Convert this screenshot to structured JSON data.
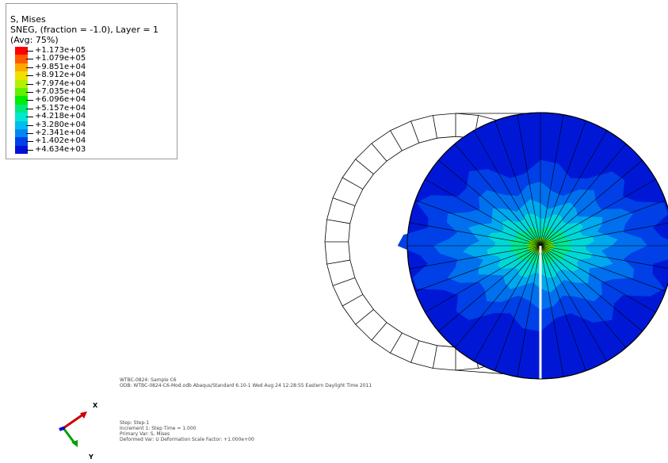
{
  "legend": {
    "title_line1": "S, Mises",
    "title_line2": "SNEG, (fraction = -1.0), Layer = 1",
    "title_line3": "(Avg: 75%)",
    "levels": [
      {
        "value": "+1.173e+05",
        "color": "#ff0000"
      },
      {
        "value": "+1.079e+05",
        "color": "#ff5a00"
      },
      {
        "value": "+9.851e+04",
        "color": "#ffa800"
      },
      {
        "value": "+8.912e+04",
        "color": "#f0e000"
      },
      {
        "value": "+7.974e+04",
        "color": "#b4f000"
      },
      {
        "value": "+7.035e+04",
        "color": "#60f000"
      },
      {
        "value": "+6.096e+04",
        "color": "#00ec00"
      },
      {
        "value": "+5.157e+04",
        "color": "#00e880"
      },
      {
        "value": "+4.218e+04",
        "color": "#00e8d0"
      },
      {
        "value": "+3.280e+04",
        "color": "#00bcf0"
      },
      {
        "value": "+2.341e+04",
        "color": "#0088f0"
      },
      {
        "value": "+1.402e+04",
        "color": "#0040e8"
      },
      {
        "value": "+4.634e+03",
        "color": "#0010d8"
      }
    ]
  },
  "info": {
    "line1": "WTBC-0824: Sample C6",
    "line2": "ODB: WTBC-0824-C6-Mod.odb    Abaqus/Standard 6.10-1    Wed Aug 24 12:28:55 Eastern Daylight Time 2011"
  },
  "step": {
    "line1": "Step: Step-1",
    "line2": "Increment     1: Step Time =    1.000",
    "line3": "Primary Var: S, Mises",
    "line4": "Deformed Var: U   Deformation Scale Factor: +1.000e+00"
  },
  "triad": {
    "x_label": "X",
    "y_label": "Y"
  }
}
